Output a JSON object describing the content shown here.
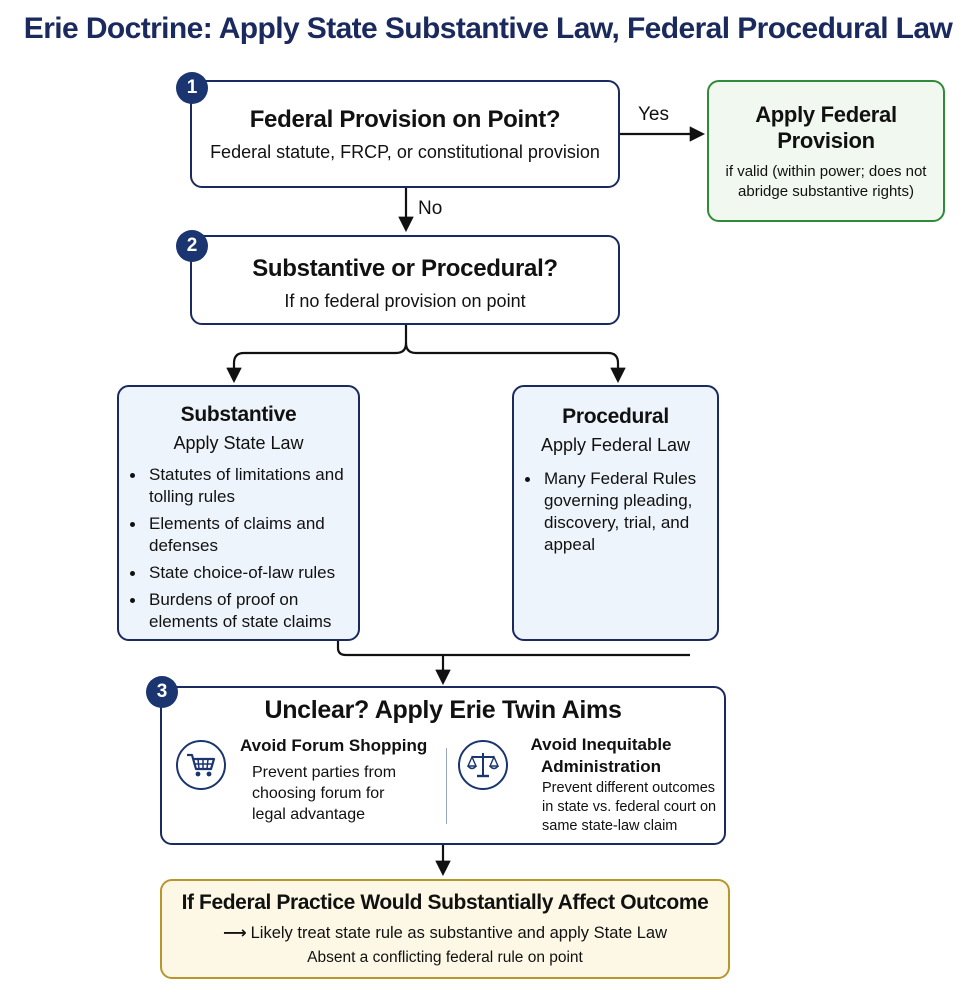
{
  "title": "Erie Doctrine: Apply State Substantive Law, Federal Procedural Law",
  "step1": {
    "number": "1",
    "heading": "Federal Provision on Point?",
    "subtext": "Federal statute, FRCP, or constitutional provision",
    "yes_label": "Yes",
    "no_label": "No"
  },
  "federal_result": {
    "heading": "Apply Federal Provision",
    "note": "if valid (within power; does not abridge substantive rights)"
  },
  "step2": {
    "number": "2",
    "heading": "Substantive or Procedural?",
    "subtext": "If no federal provision on point"
  },
  "substantive": {
    "heading": "Substantive",
    "subheading": "Apply State Law",
    "items": [
      "Statutes of limitations and tolling rules",
      "Elements of claims and defenses",
      "State choice-of-law rules",
      "Burdens of proof on elements of state claims"
    ]
  },
  "procedural": {
    "heading": "Procedural",
    "subheading": "Apply Federal Law",
    "items": [
      "Many Federal Rules governing pleading, discovery, trial, and appeal"
    ]
  },
  "step3": {
    "number": "3",
    "heading": "Unclear? Apply Erie Twin Aims",
    "aims": [
      {
        "icon": "shopping-cart-icon",
        "title": "Avoid Forum Shopping",
        "text": "Prevent parties from choosing forum for legal advantage"
      },
      {
        "icon": "scales-icon",
        "title": "Avoid Inequitable Administration",
        "text": "Prevent different outcomes in state vs. federal court on same state-law claim"
      }
    ]
  },
  "outcome": {
    "heading": "If Federal Practice Would Substantially Affect Outcome",
    "line1": "Likely treat state rule as substantive and apply State Law",
    "line2": "Absent a conflicting federal rule on point"
  },
  "colors": {
    "navy": "#1b2a5e",
    "badge": "#1b3570",
    "green": "#2f8a3a",
    "green_fill": "#f1f8ef",
    "blue_fill": "#eef4fb",
    "gold": "#b8962c",
    "cream": "#fdf8e6"
  }
}
